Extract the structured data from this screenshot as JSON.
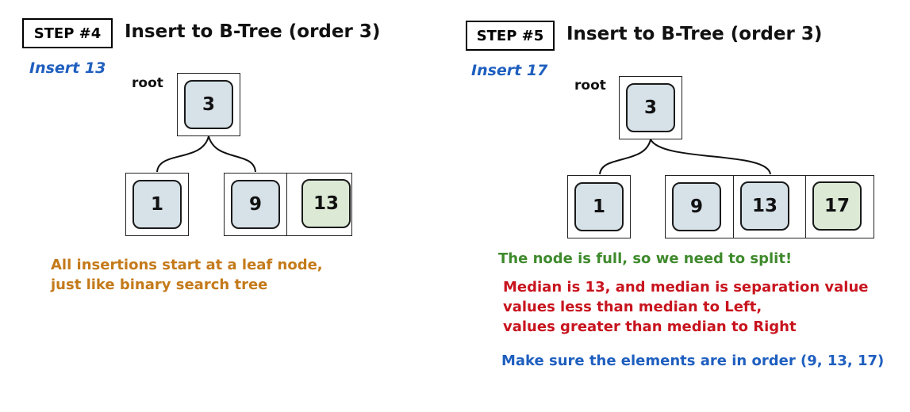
{
  "colors": {
    "key_existing": "#d6e1e8",
    "key_inserted": "#dbe9d5",
    "subtitle_blue": "#1f5fbf",
    "note_orange": "#c47a1a",
    "note_green": "#3f8a2d",
    "note_red": "#c8141e",
    "note_blue": "#1f5fbf"
  },
  "left": {
    "step": "STEP #4",
    "title": "Insert to B-Tree (order 3)",
    "subtitle": "Insert 13",
    "root_label": "root",
    "root_key": "3",
    "leaves": [
      "1",
      "9",
      "13"
    ],
    "note_lines": [
      "All insertions start at a leaf node,",
      "just like binary search tree"
    ]
  },
  "right": {
    "step": "STEP #5",
    "title": "Insert to B-Tree (order 3)",
    "subtitle": "Insert 17",
    "root_label": "root",
    "root_key": "3",
    "leaves": [
      "1",
      "9",
      "13",
      "17"
    ],
    "note_full": "The node is full, so we need to split!",
    "note_median_lines": [
      "Median is 13, and median is separation value",
      "values less than median to Left,",
      "values greater than median to Right"
    ],
    "note_order": "Make sure the elements are in order (9, 13, 17)"
  }
}
